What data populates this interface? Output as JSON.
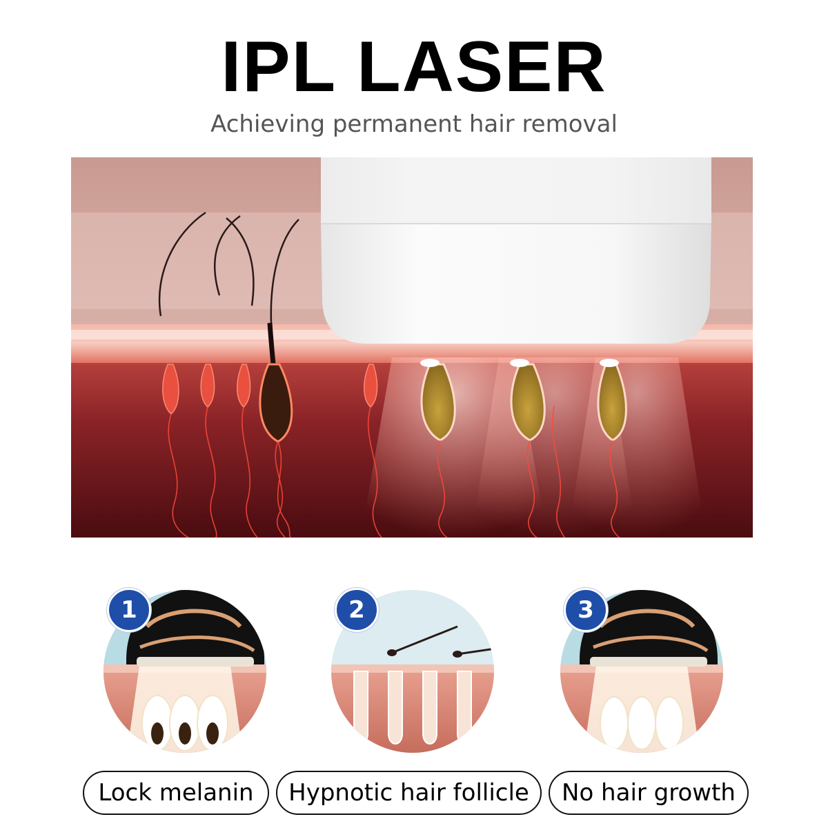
{
  "header": {
    "title": "IPL LASER",
    "subtitle": "Achieving permanent hair removal"
  },
  "steps": [
    {
      "number": "1",
      "label": "Lock melanin"
    },
    {
      "number": "2",
      "label": "Hypnotic hair follicle"
    },
    {
      "number": "3",
      "label": "No hair growth"
    }
  ],
  "colors": {
    "step_badge": "#1f4ea8",
    "skin_surface": "#f08a7a",
    "dermis_dark": "#5a0f12",
    "device_white": "#f4f4f4",
    "device_black": "#111111",
    "gold_accent": "#d9a074"
  }
}
